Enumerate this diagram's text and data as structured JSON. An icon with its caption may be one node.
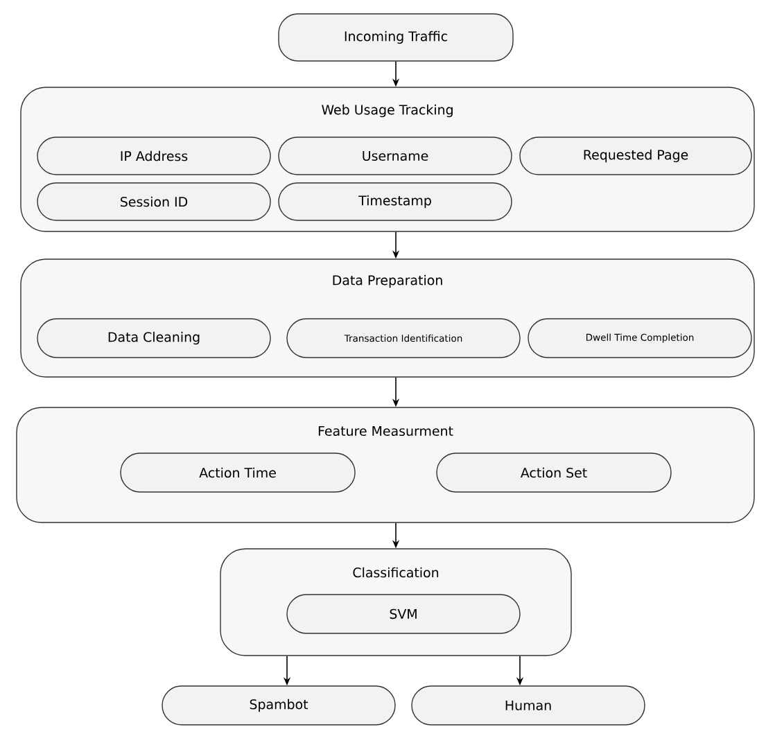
{
  "diagram": {
    "nodes": [
      {
        "text": [
          "Incoming Traffic"
        ]
      },
      {
        "text": [
          "Web Usage Tracking"
        ]
      },
      {
        "text": [
          "IP Address"
        ],
        "in": 1
      },
      {
        "text": [
          "Username"
        ],
        "in": 1
      },
      {
        "text": [
          "Requested Page"
        ],
        "in": 1
      },
      {
        "text": [
          "Session ID"
        ],
        "in": 1
      },
      {
        "text": [
          "Timestamp"
        ],
        "in": 1
      },
      {
        "text": [
          "Data Preparation"
        ]
      },
      {
        "text": [
          "Data Cleaning"
        ],
        "in": 7
      },
      {
        "text": [
          "Transaction Identification"
        ],
        "in": 7
      },
      {
        "text": [
          "Dwell Time Completion"
        ],
        "in": 7
      },
      {
        "text": [
          "Feature Measurment"
        ]
      },
      {
        "text": [
          "Action Time"
        ],
        "in": 11
      },
      {
        "text": [
          "Action Set"
        ],
        "in": 11
      },
      {
        "text": [
          "Classification"
        ]
      },
      {
        "text": [
          "SVM"
        ],
        "in": 14
      },
      {
        "text": [
          "Spambot"
        ]
      },
      {
        "text": [
          "Human"
        ]
      }
    ],
    "edges": [
      {
        "from": 0,
        "to": 1,
        "arrow": "to"
      },
      {
        "from": 1,
        "to": 7,
        "arrow": "to"
      },
      {
        "from": 7,
        "to": 11,
        "arrow": "to"
      },
      {
        "from": 11,
        "to": 14,
        "arrow": "to"
      },
      {
        "from": 14,
        "to": 16,
        "arrow": "to"
      },
      {
        "from": 14,
        "to": 17,
        "arrow": "to"
      }
    ]
  }
}
